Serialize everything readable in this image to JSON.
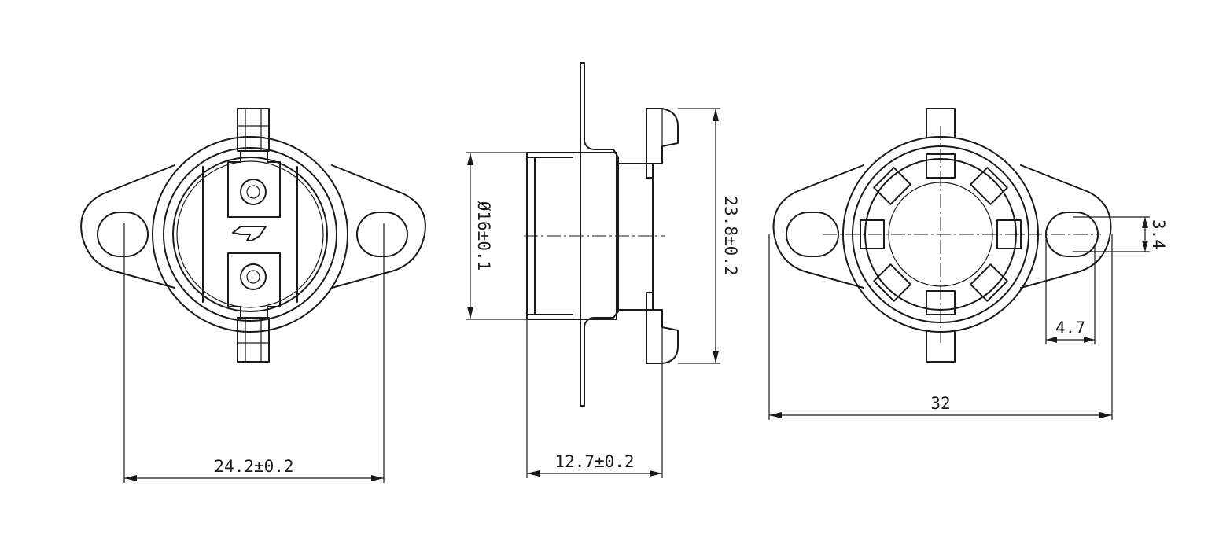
{
  "views": [
    "front-view",
    "side-view",
    "back-view"
  ],
  "dimensions": {
    "front_mount_hole_spacing": "24.2±0.2",
    "side_cup_diameter": "Ø16±0.1",
    "side_overall_height": "23.8±0.2",
    "side_overall_depth": "12.7±0.2",
    "back_slot_height": "3.4",
    "back_slot_offset": "4.7",
    "back_overall_width": "32"
  },
  "colors": {
    "line": "#1a1a1a",
    "background": "#ffffff"
  }
}
